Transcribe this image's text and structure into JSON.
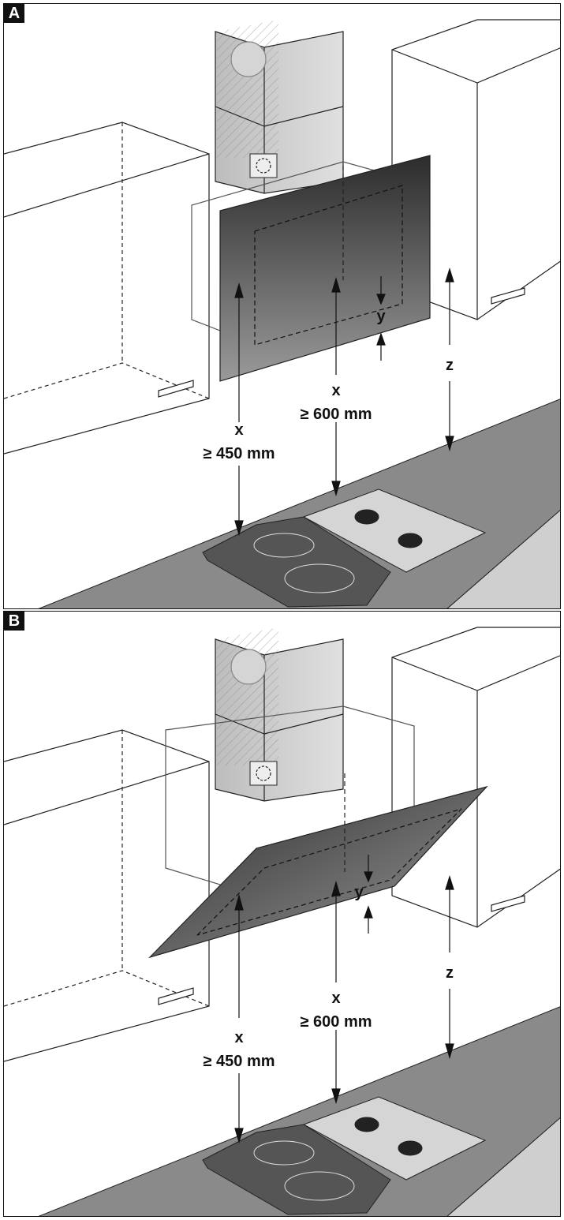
{
  "panels": [
    {
      "tag": "A",
      "x_label": "x",
      "x_min_hob": "≥ 450 mm",
      "x_min_gas": "≥ 600 mm",
      "y_label": "y",
      "z_label": "z"
    },
    {
      "tag": "B",
      "x_label": "x",
      "x_min_hob": "≥ 450 mm",
      "x_min_gas": "≥ 600 mm",
      "y_label": "y",
      "z_label": "z"
    }
  ],
  "colors": {
    "hood_glass": "#3a3a3a",
    "chimney": "#c8c8c8",
    "worktop": "#8a8a8a",
    "hob": "#555555"
  }
}
